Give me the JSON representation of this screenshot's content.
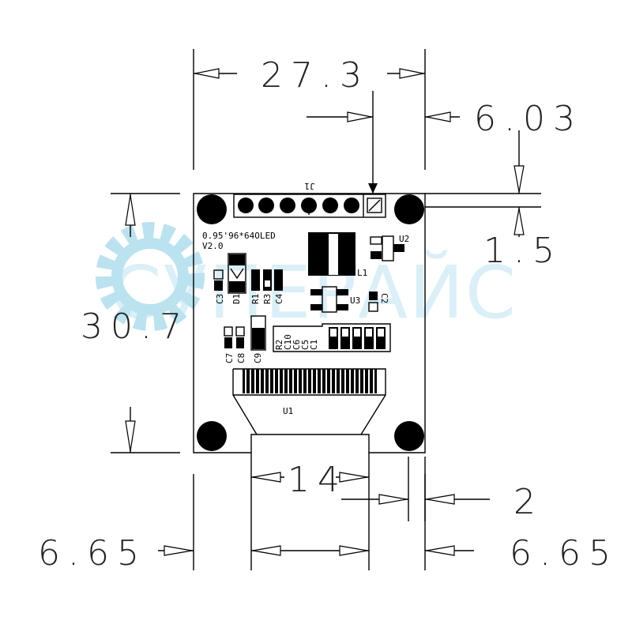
{
  "dimensions": {
    "width_total": "27.3",
    "pin_offset": "6.03",
    "header_margin": "1.5",
    "height_total": "30.7",
    "flex_width": "14",
    "edge_gap": "2",
    "left_margin": "6.65",
    "right_margin": "6.65"
  },
  "board": {
    "connector": "J1",
    "model": "0.95'96*64OLED",
    "version": "V2.0",
    "components": [
      "C3",
      "D1",
      "R1",
      "R3",
      "C4",
      "L1",
      "U2",
      "U3",
      "C2",
      "C7",
      "C8",
      "C9",
      "R2",
      "C10",
      "C6",
      "C5",
      "C1",
      "U1"
    ]
  },
  "watermark": {
    "text": "СУПЕРАЙС",
    "color": "#8ecfe6"
  }
}
